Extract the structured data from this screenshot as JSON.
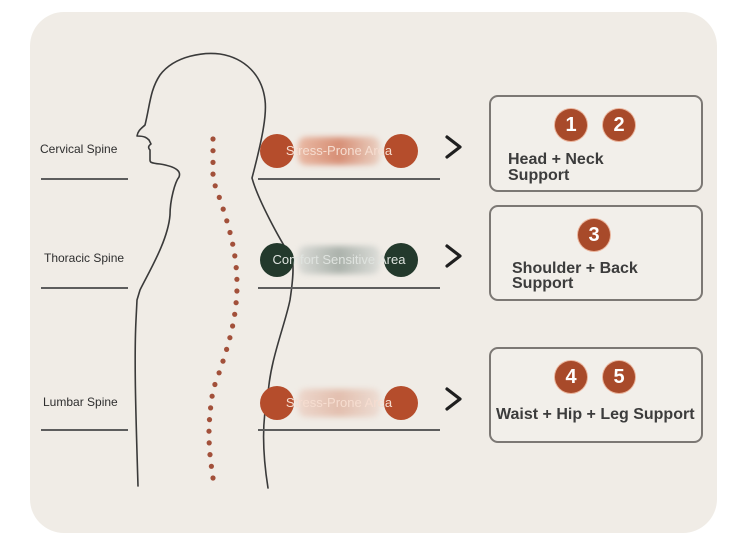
{
  "diagram": {
    "regions": [
      {
        "spine_label": "Cervical Spine",
        "area_label": "Stress-Prone Area",
        "area_type": "stress",
        "badges": [
          "1",
          "2"
        ],
        "support_lines": [
          "Head + Neck",
          "Support"
        ]
      },
      {
        "spine_label": "Thoracic Spine",
        "area_label": "Comfort Sensitive Area",
        "area_type": "comfort",
        "badges": [
          "3"
        ],
        "support_lines": [
          "Shoulder + Back",
          "Support"
        ]
      },
      {
        "spine_label": "Lumbar Spine",
        "area_label": "Stress-Prone Area",
        "area_type": "stress",
        "badges": [
          "4",
          "5"
        ],
        "support_lines": [
          "Waist + Hip + Leg Support"
        ]
      }
    ],
    "icons": {
      "figure": "human-silhouette-side-view",
      "spine": "dotted-spine-curve",
      "arrow": "chevron-right"
    },
    "colors": {
      "card_background": "#f0ece6",
      "stress_color": "#b54d2c",
      "comfort_color": "#23392c",
      "badge_color": "#a84a2a",
      "spine_dot_color": "#a2503a",
      "outline_color": "#3a3a3a"
    }
  }
}
